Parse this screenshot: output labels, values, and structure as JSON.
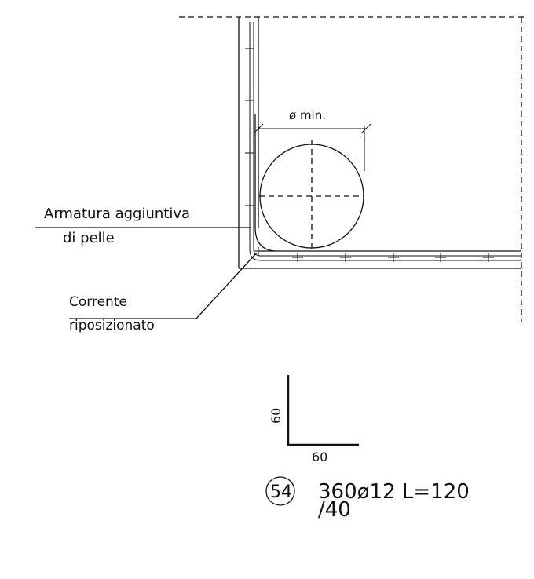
{
  "annotations": {
    "min_diameter": "ø min.",
    "additional_reinforcement_line1": "Armatura aggiuntiva",
    "additional_reinforcement_line2": "di pelle",
    "repositioned_bar_line1": "Corrente",
    "repositioned_bar_line2": "riposizionato"
  },
  "bar_schedule": {
    "mark": "54",
    "quantity_spec": "360ø12 L=120",
    "spacing": "/40",
    "leg_vertical": "60",
    "leg_horizontal": "60"
  }
}
